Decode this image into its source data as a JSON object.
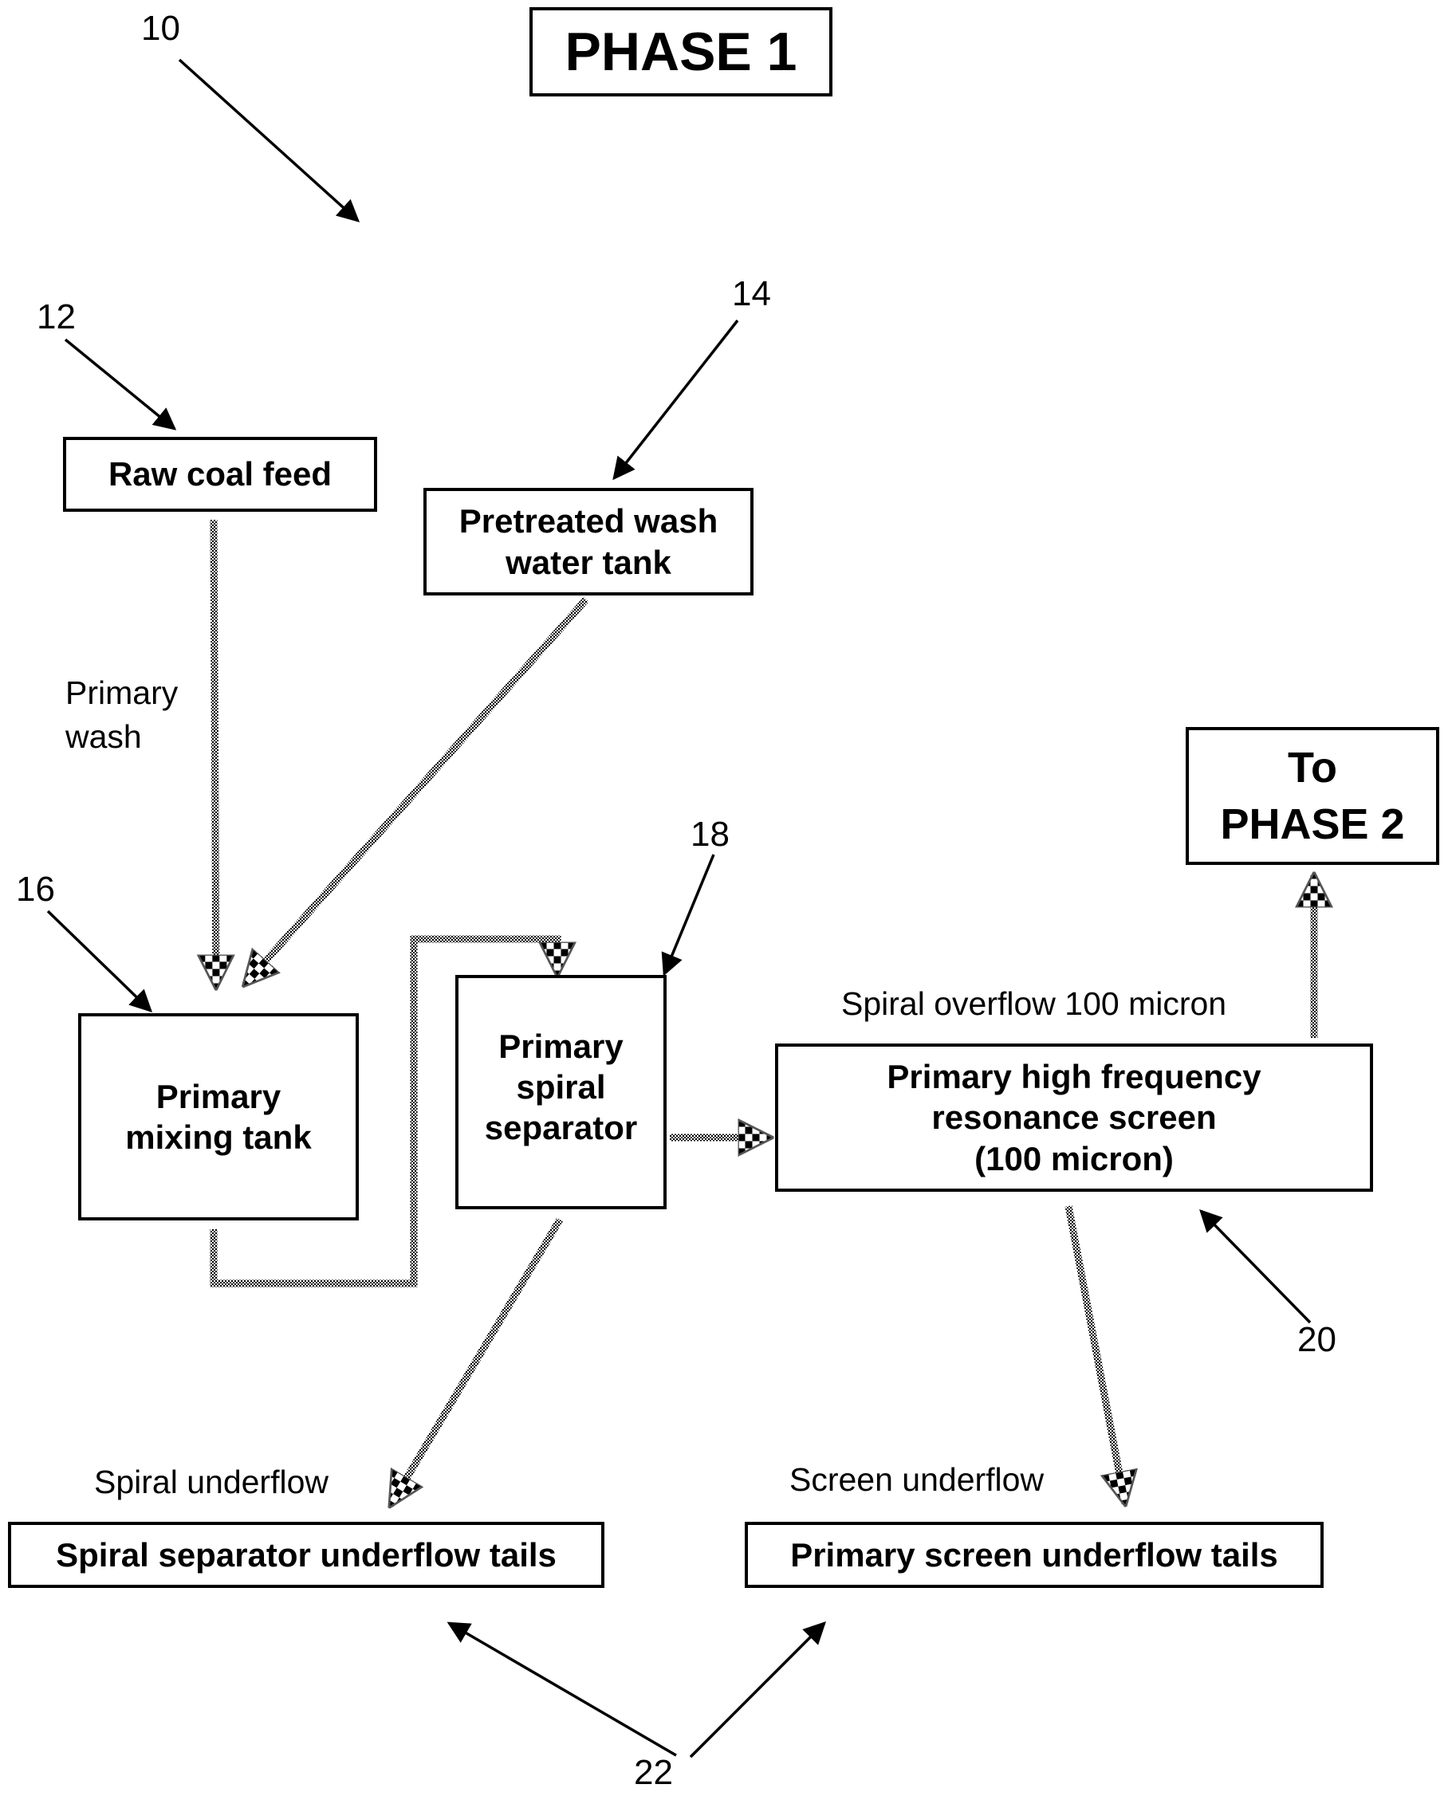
{
  "diagram": {
    "title": "PHASE 1",
    "reference_numerals": {
      "system": "10",
      "raw_coal_feed": "12",
      "wash_water_tank": "14",
      "mixing_tank": "16",
      "spiral_separator": "18",
      "resonance_screen": "20",
      "tails": "22"
    },
    "nodes": {
      "raw_coal_feed": "Raw coal feed",
      "wash_water_tank": [
        "Pretreated wash",
        "water tank"
      ],
      "mixing_tank": [
        "Primary",
        "mixing tank"
      ],
      "spiral_separator": [
        "Primary",
        "spiral",
        "separator"
      ],
      "resonance_screen": [
        "Primary high frequency",
        "resonance screen",
        "(100 micron)"
      ],
      "to_phase_2": [
        "To",
        "PHASE 2"
      ],
      "spiral_tails": "Spiral separator underflow tails",
      "screen_tails": "Primary screen underflow tails"
    },
    "flow_labels": {
      "primary_wash": [
        "Primary",
        "wash"
      ],
      "spiral_overflow": "Spiral overflow 100 micron",
      "spiral_underflow": "Spiral underflow",
      "screen_underflow": "Screen underflow"
    },
    "edges": [
      {
        "from": "raw_coal_feed",
        "to": "mixing_tank",
        "style": "dotted"
      },
      {
        "from": "wash_water_tank",
        "to": "mixing_tank",
        "style": "dotted"
      },
      {
        "from": "mixing_tank",
        "to": "spiral_separator",
        "style": "dotted"
      },
      {
        "from": "spiral_separator",
        "to": "resonance_screen",
        "style": "dotted"
      },
      {
        "from": "resonance_screen",
        "to": "to_phase_2",
        "style": "dotted"
      },
      {
        "from": "spiral_separator",
        "to": "spiral_tails",
        "style": "dotted"
      },
      {
        "from": "resonance_screen",
        "to": "screen_tails",
        "style": "dotted"
      }
    ]
  }
}
